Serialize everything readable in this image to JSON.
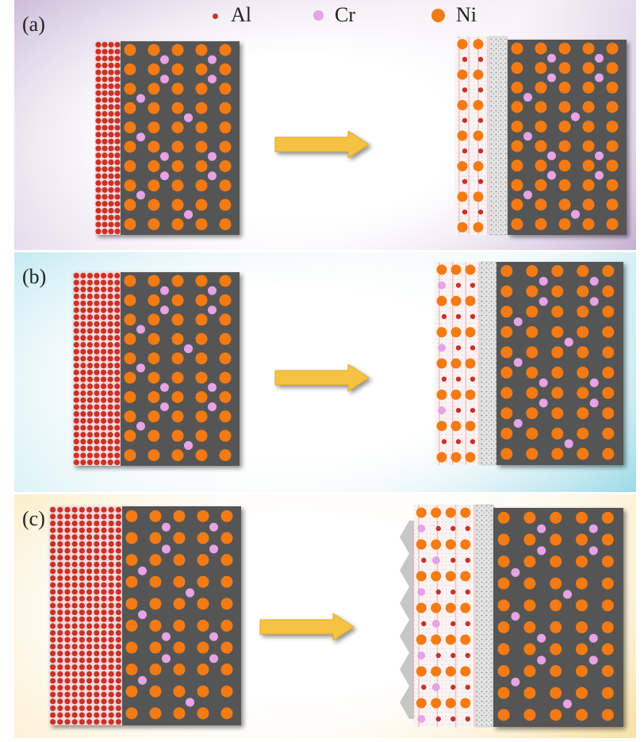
{
  "panels": [
    {
      "label": "(a)"
    },
    {
      "label": "(b)"
    },
    {
      "label": "(c)"
    }
  ],
  "legend": [
    {
      "label": "Al",
      "color": "#c0392b"
    },
    {
      "label": "Cr",
      "color": "#e8a0e4"
    },
    {
      "label": "Ni",
      "color": "#f07a10"
    }
  ],
  "colors": {
    "substrate": "#555555",
    "arrow": "#f5c242",
    "al_atom": "#c9322a",
    "cr_atom": "#e6a3e6",
    "ni_atom": "#f47a14"
  }
}
